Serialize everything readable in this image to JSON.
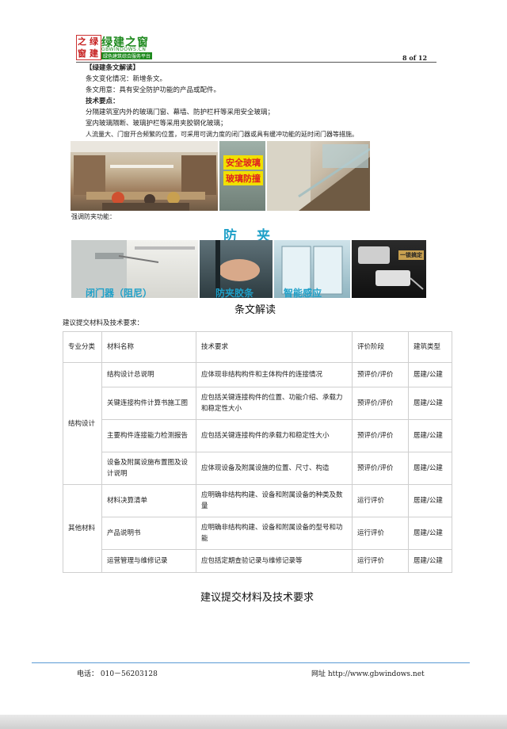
{
  "header": {
    "logo_chars": [
      "之",
      "绿",
      "窗",
      "建"
    ],
    "site_name": "绿建之窗",
    "site_domain": "GBWINDOWS.CN",
    "tagline": "绿色建筑综合服务平台",
    "page_number": "8 of 12"
  },
  "interpretation": {
    "heading": "【绿建条文解读】",
    "lines": [
      "条文变化情况：新增条文。",
      "条文用意：具有安全防护功能的产品或配件。",
      "技术要点：",
      "分隔建筑室内外的玻璃门窗、幕墙、防护栏杆等采用安全玻璃；",
      "室内玻璃隔断、玻璃护栏等采用夹胶钢化玻璃；",
      "人流量大、门窗开合频繁的位置，可采用可调力度的闭门器或具有缓冲功能的延时闭门器等措施。"
    ],
    "photo_labels": [
      "安全玻璃",
      "玻璃防撞"
    ],
    "anti_pinch_intro": "强调防夹功能：",
    "anti_pinch_title": "防　夹",
    "product_labels": [
      "闭门器（阻尼）",
      "防夹胶条",
      "智能感应"
    ],
    "product_badge": "一锁搞定",
    "caption": "条文解读"
  },
  "requirements": {
    "intro": "建议提交材料及技术要求：",
    "columns": [
      "专业分类",
      "材料名称",
      "技术要求",
      "评价阶段",
      "建筑类型"
    ],
    "groups": [
      {
        "category": "结构设计",
        "rows": [
          {
            "material": "结构设计总说明",
            "requirement": "应体现非结构构件和主体构件的连接情况",
            "stage": "预评价/评价",
            "building": "居建/公建"
          },
          {
            "material": "关键连接构件计算书施工图",
            "requirement": "应包括关键连接构件的位置、功能介绍、承载力和稳定性大小",
            "stage": "预评价/评价",
            "building": "居建/公建"
          },
          {
            "material": "主要构件连接能力检测报告",
            "requirement": "应包括关键连接构件的承载力和稳定性大小",
            "stage": "预评价/评价",
            "building": "居建/公建"
          },
          {
            "material": "设备及附属设施布置图及设计说明",
            "requirement": "应体现设备及附属设施的位置、尺寸、构造",
            "stage": "预评价/评价",
            "building": "居建/公建"
          }
        ]
      },
      {
        "category": "其他材料",
        "rows": [
          {
            "material": "材料决算清单",
            "requirement": "应明确非结构构建、设备和附属设备的种类及数量",
            "stage": "运行评价",
            "building": "居建/公建"
          },
          {
            "material": "产品说明书",
            "requirement": "应明确非结构构建、设备和附属设备的型号和功能",
            "stage": "运行评价",
            "building": "居建/公建"
          },
          {
            "material": "运营管理与维修记录",
            "requirement": "应包括定期查验记录与维修记录等",
            "stage": "运行评价",
            "building": "居建/公建"
          }
        ]
      }
    ],
    "caption": "建议提交材料及技术要求"
  },
  "footer": {
    "phone": "电话：  010－56203128",
    "website": "网址 http://www.gbwindows.net"
  },
  "colors": {
    "brand_green": "#1f8a1f",
    "logo_red": "#c62020",
    "photo_label_red": "#e02020",
    "photo_label_yellow": "#f0e000",
    "footer_rule": "#5a9bd5"
  }
}
